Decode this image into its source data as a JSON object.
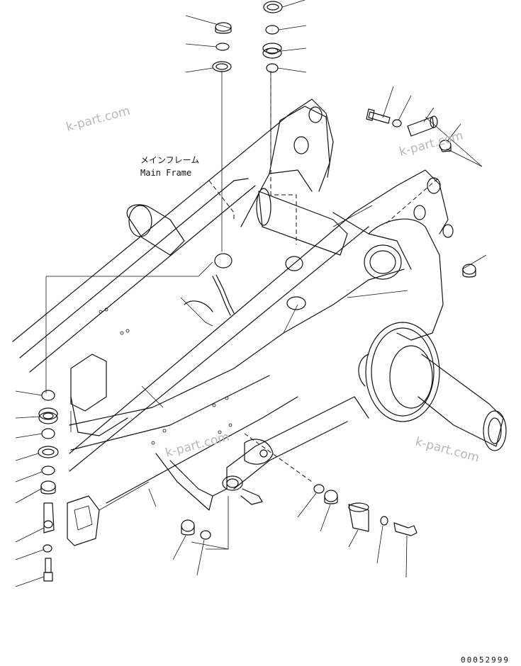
{
  "labels": {
    "main_frame_jp": "メインフレーム",
    "main_frame_en": "Main Frame"
  },
  "watermarks": [
    "k-part.com",
    "k-part.com",
    "k-part.com",
    "k-part.com"
  ],
  "figure_code": "00052999"
}
